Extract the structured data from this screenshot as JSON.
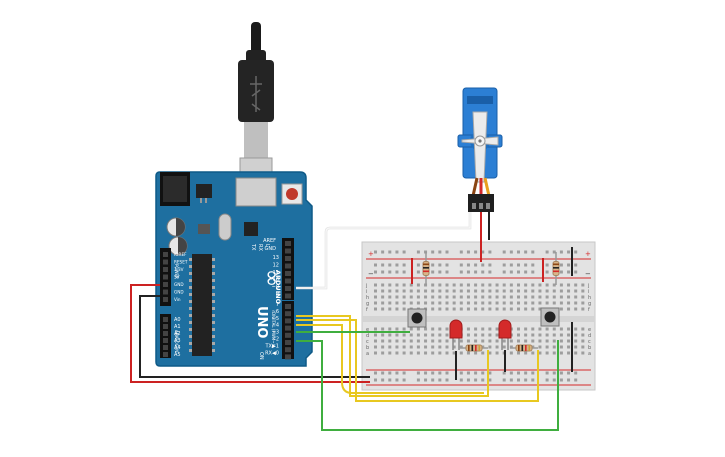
{
  "arduino": {
    "logo": "∞",
    "brand": "ARDUINO",
    "model": "UNO",
    "tx_label": "TX",
    "rx_label": "RX",
    "l_label": "L",
    "on_label": "ON",
    "digital_label": "DIGITAL (PWM~)",
    "analog_label": "ANALOG IN",
    "power_label": "POWER",
    "aref": "AREF",
    "gnd": "GND",
    "digital_pins": [
      "13",
      "12",
      "~11",
      "~10",
      "~9",
      "8",
      "7",
      "~6",
      "~5",
      "4",
      "~3",
      "2",
      "TX▶1",
      "RX◀0"
    ],
    "power_pins": [
      "IOREF",
      "RESET",
      "3.3V",
      "5V",
      "GND",
      "GND",
      "Vin"
    ],
    "analog_pins": [
      "A0",
      "A1",
      "A2",
      "A3",
      "A4",
      "A5"
    ]
  },
  "breadboard": {
    "plus": "+",
    "minus": "−",
    "row_letters_top": [
      "j",
      "i",
      "h",
      "g",
      "f"
    ],
    "row_letters_bottom": [
      "e",
      "d",
      "c",
      "b",
      "a"
    ]
  },
  "colors": {
    "board": "#1e6fa0",
    "board_dark": "#0f5a87",
    "breadboard": "#e3e3e3",
    "wire_red": "#cc2222",
    "wire_black": "#222222",
    "wire_yellow": "#e8c820",
    "wire_green": "#3fae3f",
    "wire_white": "#f4f4f4",
    "servo_body": "#2c7fd4",
    "led_red": "#d42a2a"
  }
}
